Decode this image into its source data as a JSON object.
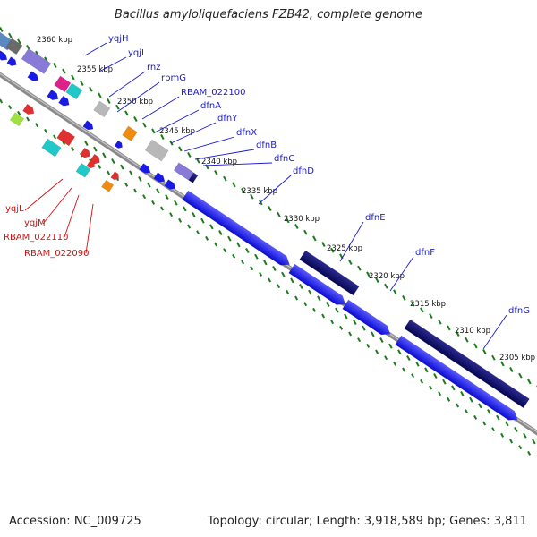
{
  "title": "Bacillus amyloliquefaciens FZB42, complete genome",
  "footer": {
    "accession": "Accession: NC_009725",
    "summary": "Topology: circular; Length: 3,918,589 bp; Genes: 3,811"
  },
  "colors": {
    "backbone": "#8a8a8a",
    "tick": "#1c7a1c",
    "forward_label": "#1a1ad0",
    "reverse_label": "#d01010",
    "cds_forward": "#1a1ae6",
    "cds_dark": "#0c0c6e",
    "rRNA": "#20c8c8",
    "tRNA": "#e03030",
    "ncRNA": "#f08a10",
    "other": "#a0a0a0"
  },
  "scale_labels": [
    "2360 kbp",
    "2355 kbp",
    "2350 kbp",
    "2345 kbp",
    "2340 kbp",
    "2335 kbp",
    "2330 kbp",
    "2325 kbp",
    "2320 kbp",
    "2315 kbp",
    "2310 kbp",
    "2305 kbp"
  ],
  "gene_labels_forward": [
    "yqjH",
    "yqjI",
    "rnz",
    "rpmG",
    "RBAM_022100",
    "dfnA",
    "dfnY",
    "dfnX",
    "dfnB",
    "dfnC",
    "dfnD",
    "dfnE",
    "dfnF",
    "dfnG"
  ],
  "gene_labels_reverse": [
    "yqjL",
    "yqjM",
    "RBAM_022110",
    "RBAM_022090"
  ]
}
